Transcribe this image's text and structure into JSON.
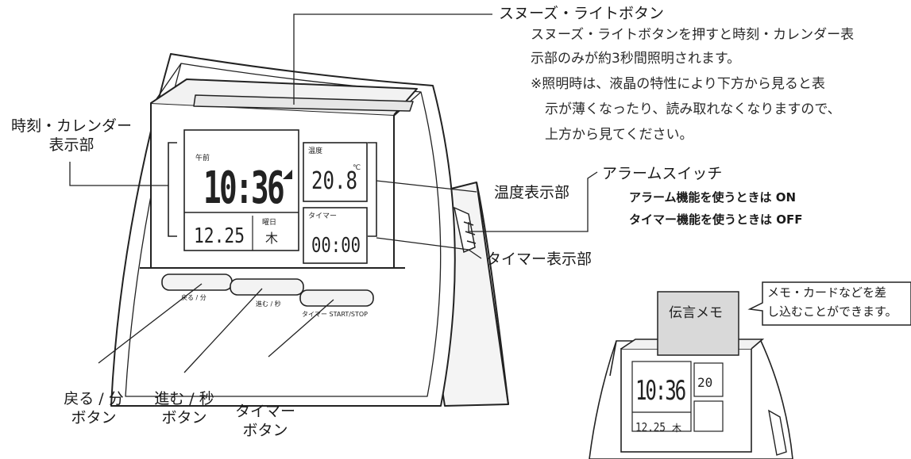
{
  "callouts": {
    "snooze_title": "スヌーズ・ライトボタン",
    "snooze_desc_1": "スヌーズ・ライトボタンを押すと時刻・カレンダー表",
    "snooze_desc_2": "示部のみが約3秒間照明されます。",
    "snooze_note_1": "※照明時は、液晶の特性により下方から見ると表",
    "snooze_note_2": "示が薄くなったり、読み取れなくなりますので、",
    "snooze_note_3": "上方から見てください。",
    "clock_display_1": "時刻・カレンダー",
    "clock_display_2": "表示部",
    "temp_display": "温度表示部",
    "alarm_switch": "アラームスイッチ",
    "alarm_on": "アラーム機能を使うときは ON",
    "alarm_off": "タイマー機能を使うときは OFF",
    "timer_display": "タイマー表示部",
    "back_btn_1": "戻る / 分",
    "back_btn_2": "ボタン",
    "fwd_btn_1": "進む / 秒",
    "fwd_btn_2": "ボタン",
    "timer_btn_1": "タイマー",
    "timer_btn_2": "ボタン",
    "memo_bubble_1": "メモ・カードなどを差",
    "memo_bubble_2": "し込むことができます。",
    "memo_card": "伝言メモ"
  },
  "lcd": {
    "ampm": "午前",
    "time": "10:36",
    "date": "12.25",
    "weekday_label": "曜日",
    "weekday": "木",
    "temp_label": "温度",
    "temp": "20.8",
    "temp_unit": "℃",
    "timer_label": "タイマー",
    "timer": "00:00",
    "small_time": "10:36",
    "small_temp": "20",
    "small_date": "12.25",
    "small_weekday": "木"
  },
  "buttons": {
    "back": "戻る / 分",
    "fwd": "進む / 秒",
    "timer": "タイマー START/STOP"
  }
}
